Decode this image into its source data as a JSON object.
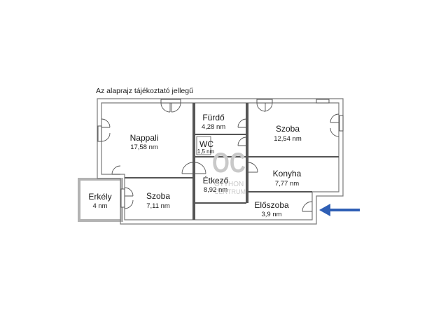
{
  "note": "Az alaprajz tájékoztató jellegű",
  "rooms": [
    {
      "id": "nappali",
      "name": "Nappali",
      "area": "17,58 nm"
    },
    {
      "id": "furdo",
      "name": "Fürdő",
      "area": "4,28 nm"
    },
    {
      "id": "szoba-right",
      "name": "Szoba",
      "area": "12,54 nm"
    },
    {
      "id": "wc",
      "name": "WC",
      "area": "1,5 nm"
    },
    {
      "id": "konyha",
      "name": "Konyha",
      "area": "7,77 nm"
    },
    {
      "id": "etkezo",
      "name": "Étkező",
      "area": "8,92 nm"
    },
    {
      "id": "szoba-left",
      "name": "Szoba",
      "area": "7,11 nm"
    },
    {
      "id": "eloszoba",
      "name": "Előszoba",
      "area": "3,9 nm"
    },
    {
      "id": "erkely",
      "name": "Erkély",
      "area": "4 nm"
    }
  ],
  "watermark": {
    "logo": "OC",
    "line1": "OTTHON",
    "line2": "CENTRUM"
  },
  "colors": {
    "wall": "#8a8a8a",
    "wall_fill": "#ffffff",
    "line": "#3a3a3a",
    "arrow": "#2f5fb5",
    "balcony": "#b3b3b3"
  },
  "entry_arrow_icon": "arrow-left-icon"
}
